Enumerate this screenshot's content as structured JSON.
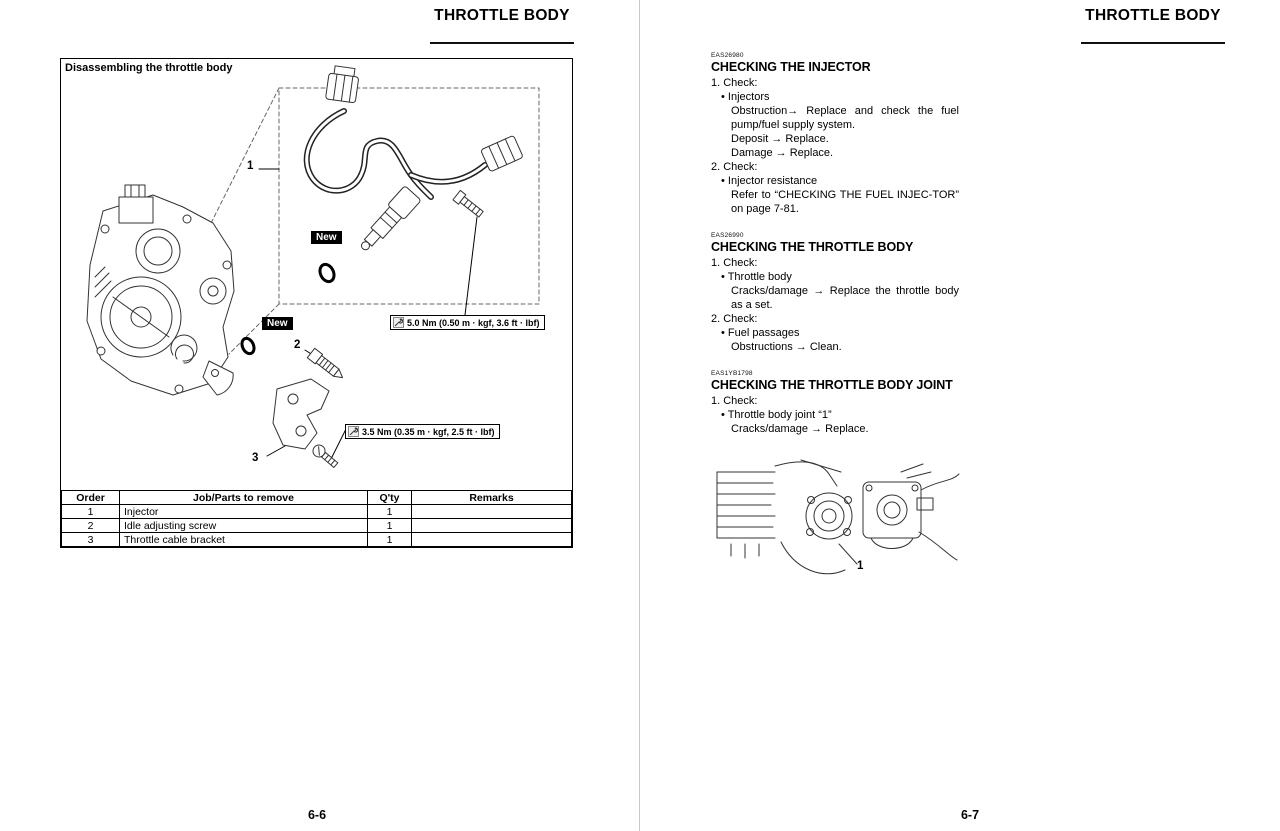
{
  "left_page": {
    "header_title": "THROTTLE BODY",
    "page_number": "6-6",
    "diagram": {
      "title": "Disassembling the throttle body",
      "callout_1": "1",
      "callout_2": "2",
      "callout_3": "3",
      "new_label_1": "New",
      "new_label_2": "New",
      "torque_spec_1": "5.0 Nm (0.50 m · kgf, 3.6 ft · lbf)",
      "torque_spec_2": "3.5 Nm (0.35 m · kgf, 2.5 ft · lbf)"
    },
    "parts_table": {
      "headers": [
        "Order",
        "Job/Parts to remove",
        "Q'ty",
        "Remarks"
      ],
      "rows": [
        {
          "order": "1",
          "job": "Injector",
          "qty": "1",
          "remarks": ""
        },
        {
          "order": "2",
          "job": "Idle adjusting screw",
          "qty": "1",
          "remarks": ""
        },
        {
          "order": "3",
          "job": "Throttle cable bracket",
          "qty": "1",
          "remarks": ""
        }
      ]
    }
  },
  "right_page": {
    "header_title": "THROTTLE BODY",
    "page_number": "6-7",
    "figure_callout": "1",
    "sections": [
      {
        "code": "EAS26980",
        "title": "CHECKING THE INJECTOR",
        "lines": [
          "1. Check:",
          "• Injectors",
          "Obstruction→ Replace and check the fuel pump/fuel supply system.",
          "Deposit → Replace.",
          "Damage → Replace.",
          "2. Check:",
          "• Injector resistance",
          "Refer to “CHECKING THE FUEL INJEC-TOR” on page 7-81."
        ]
      },
      {
        "code": "EAS26990",
        "title": "CHECKING THE THROTTLE BODY",
        "lines": [
          "1. Check:",
          "• Throttle body",
          "Cracks/damage → Replace the throttle body as a set.",
          "2. Check:",
          "• Fuel passages",
          "Obstructions → Clean."
        ]
      },
      {
        "code": "EAS1YB1798",
        "title": "CHECKING THE THROTTLE BODY JOINT",
        "lines": [
          "1. Check:",
          "• Throttle body joint “1”",
          "Cracks/damage → Replace."
        ]
      }
    ]
  }
}
